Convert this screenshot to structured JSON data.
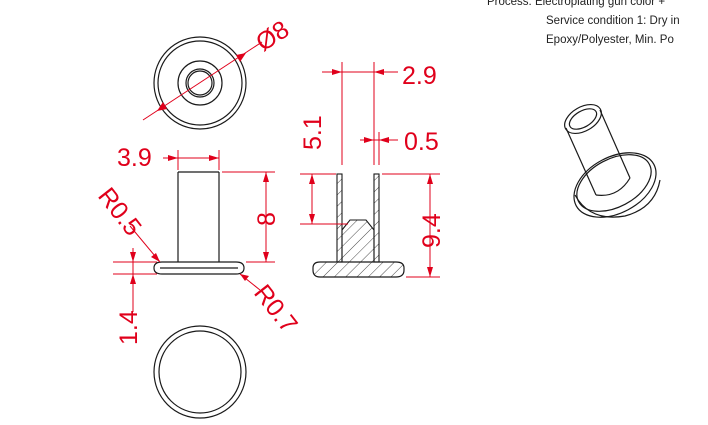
{
  "notes": {
    "process_label": "Process:",
    "process_value": "Electroplating gun color +",
    "line2": "Service condition 1: Dry in",
    "line3": "Epoxy/Polyester, Min. Po"
  },
  "dimensions": {
    "outer_diameter": "Ø8",
    "wall_width": "2.9",
    "inner_depth": "5.1",
    "wall_thickness": "0.5",
    "shank_diameter": "3.9",
    "shank_length": "8",
    "total_height": "9.4",
    "top_fillet_radius": "R0.5",
    "bottom_fillet_radius": "R0.7",
    "flange_thickness": "1.4"
  },
  "colors": {
    "dimension": "#e0001b",
    "outline": "#1a1a1a",
    "background": "#ffffff"
  }
}
